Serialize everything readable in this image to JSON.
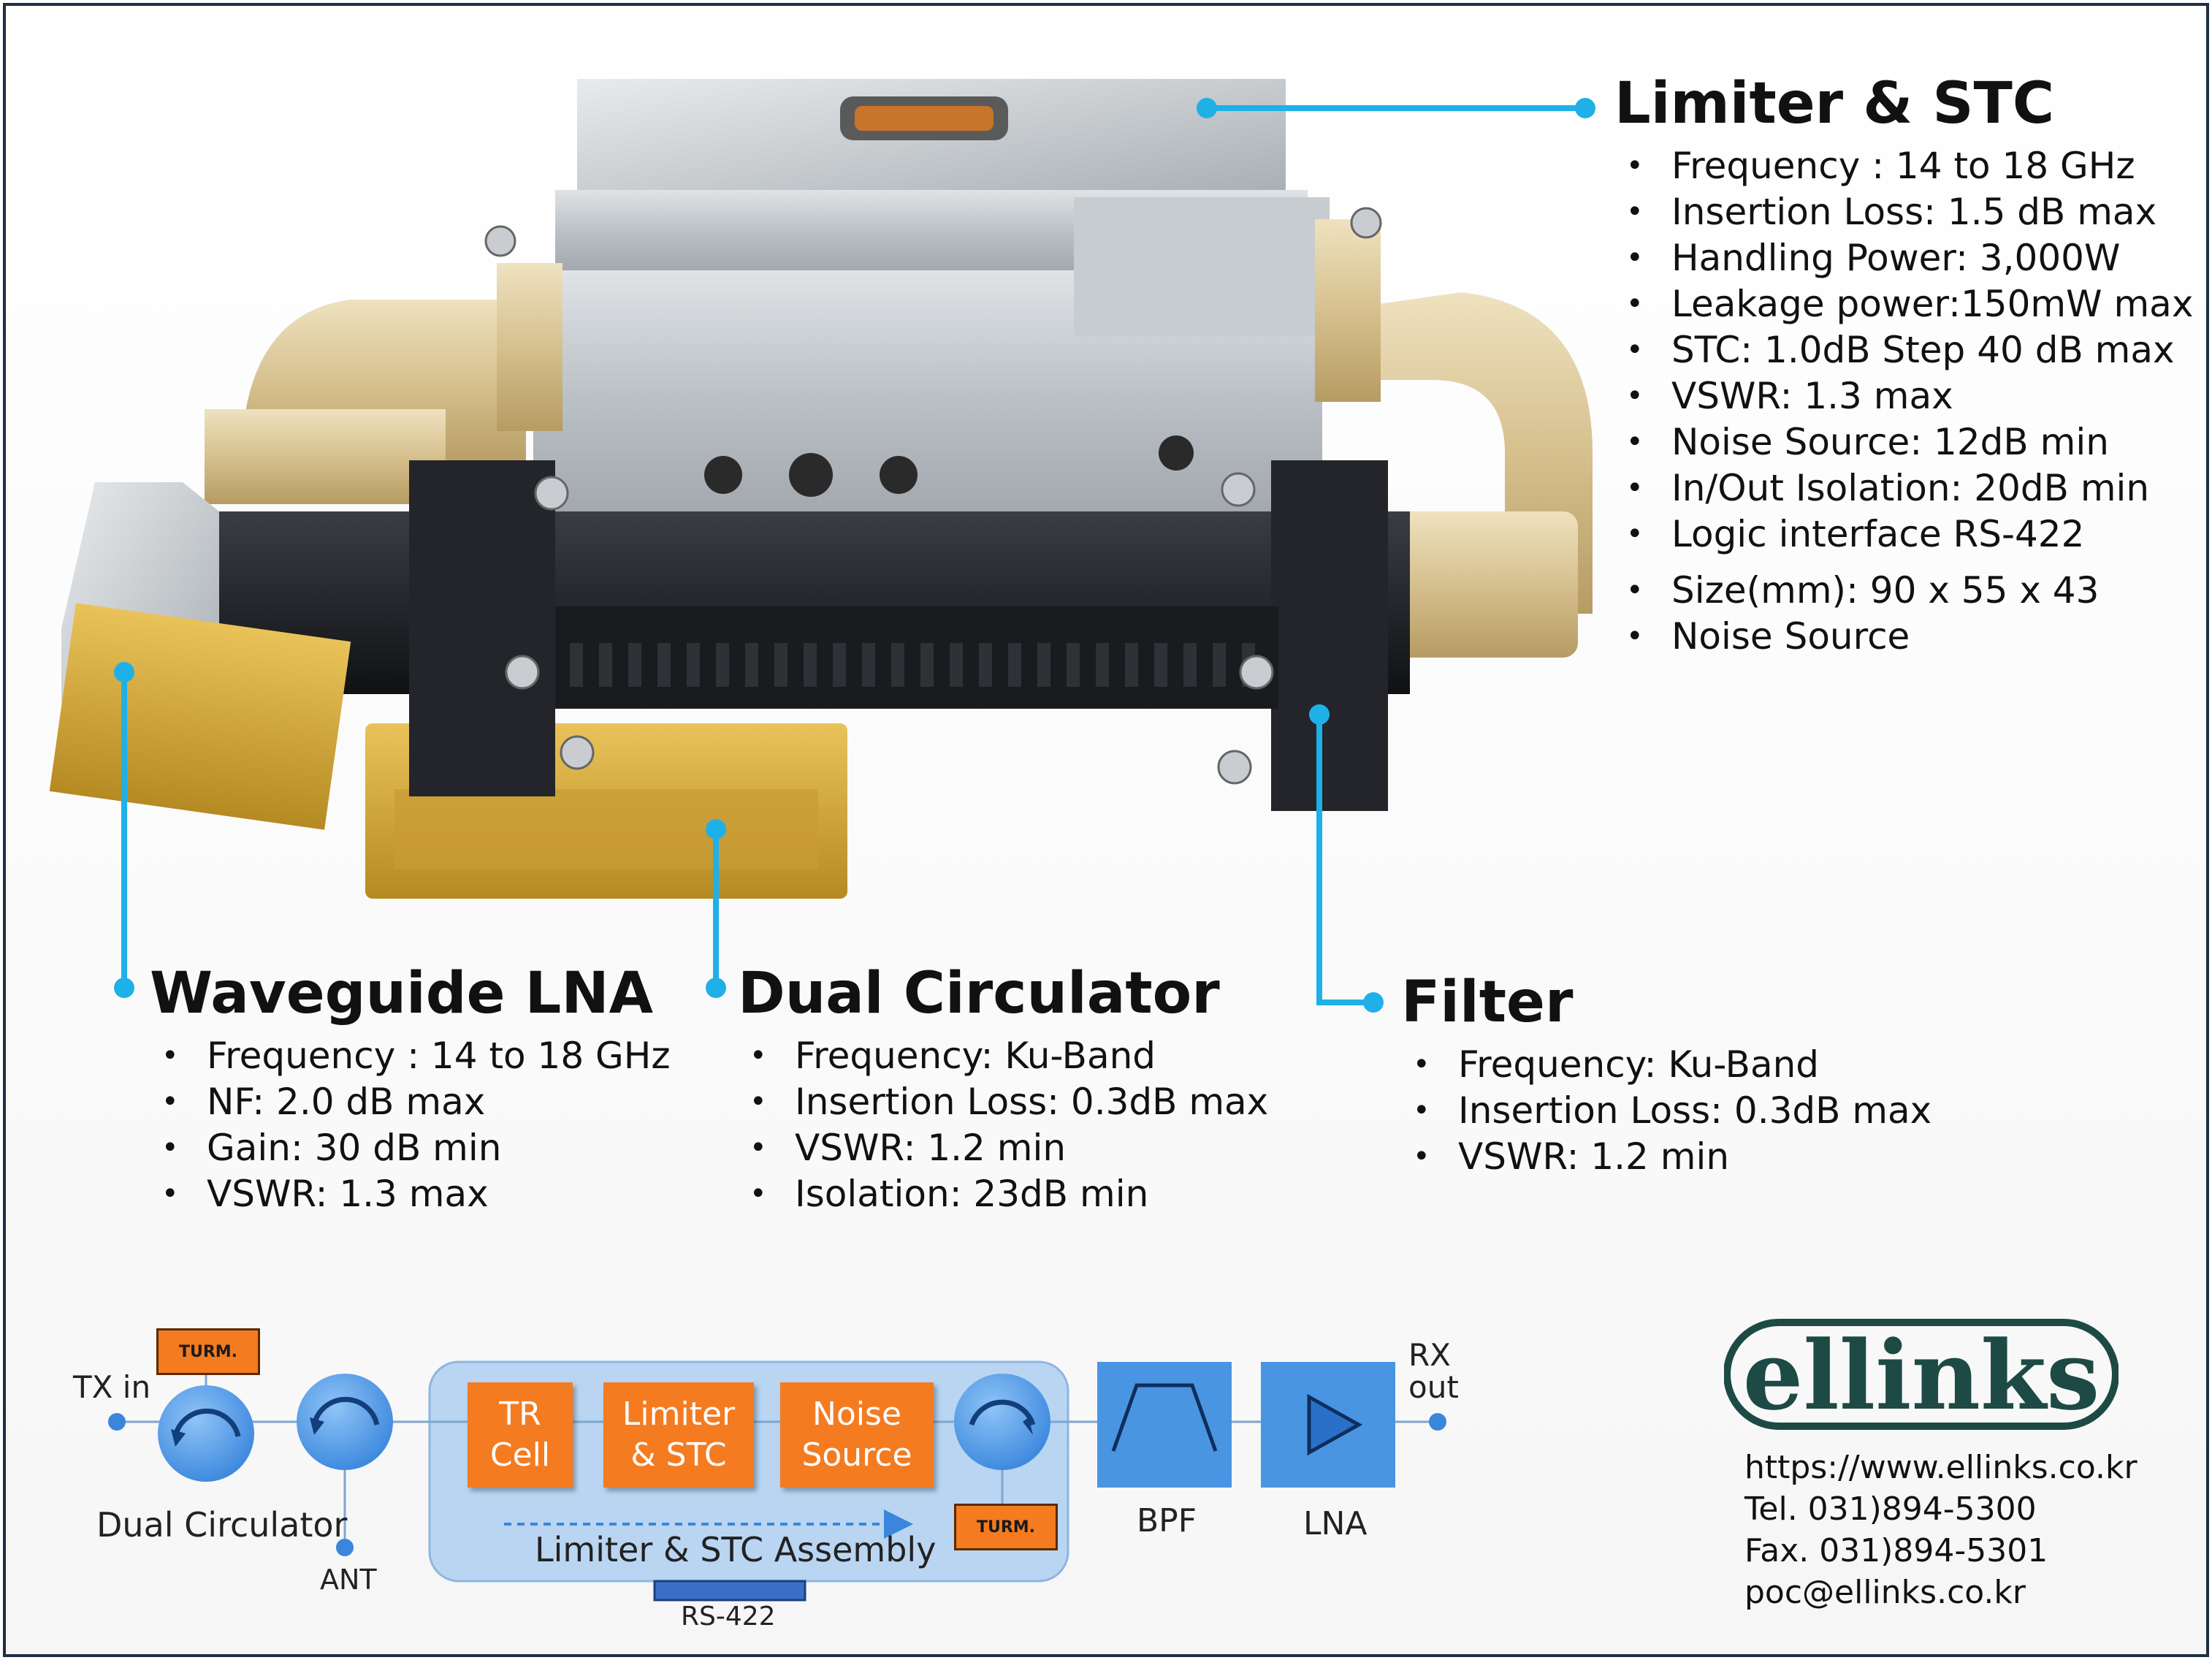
{
  "limiter": {
    "title": "Limiter & STC",
    "specs": [
      "Frequency : 14 to 18 GHz",
      "Insertion Loss: 1.5 dB max",
      "Handling Power: 3,000W",
      "Leakage power:150mW max",
      "STC: 1.0dB Step 40 dB max",
      "VSWR: 1.3 max",
      "Noise Source: 12dB min",
      "In/Out Isolation: 20dB min",
      "Logic interface RS-422",
      "Size(mm): 90 x 55 x 43",
      "Noise Source"
    ]
  },
  "lna": {
    "title": "Waveguide LNA",
    "specs": [
      "Frequency : 14 to 18 GHz",
      "NF: 2.0 dB max",
      "Gain: 30 dB min",
      "VSWR: 1.3 max"
    ]
  },
  "circulator": {
    "title": "Dual Circulator",
    "specs": [
      "Frequency: Ku-Band",
      "Insertion Loss: 0.3dB max",
      "VSWR:  1.2 min",
      "Isolation: 23dB min"
    ]
  },
  "filter": {
    "title": "Filter",
    "specs": [
      "Frequency: Ku-Band",
      "Insertion Loss: 0.3dB max",
      "VSWR:  1.2 min"
    ]
  },
  "diagram": {
    "tx_in": "TX in",
    "rx_out_1": "RX",
    "rx_out_2": "out",
    "term_1": "TURM.",
    "term_2": "TURM.",
    "dual_circulator": "Dual Circulator",
    "ant": "ANT",
    "tr_cell_1": "TR",
    "tr_cell_2": "Cell",
    "limiter_1": "Limiter",
    "limiter_2": "& STC",
    "noise_1": "Noise",
    "noise_2": "Source",
    "assembly": "Limiter & STC Assembly",
    "rs422": "RS-422",
    "bpf": "BPF",
    "lna": "LNA"
  },
  "brand": {
    "logo": "ellinks",
    "url": "https://www.ellinks.co.kr",
    "tel": "Tel. 031)894-5300",
    "fax": "Fax. 031)894-5301",
    "email": "poc@ellinks.co.kr"
  },
  "colors": {
    "callout": "#1fb0e8",
    "orange": "#f47b20",
    "blue_panel": "#b9d5f2",
    "circulator_blue": "#3f8fe0",
    "logo": "#1d4a45",
    "frame": "#1f2f44"
  }
}
